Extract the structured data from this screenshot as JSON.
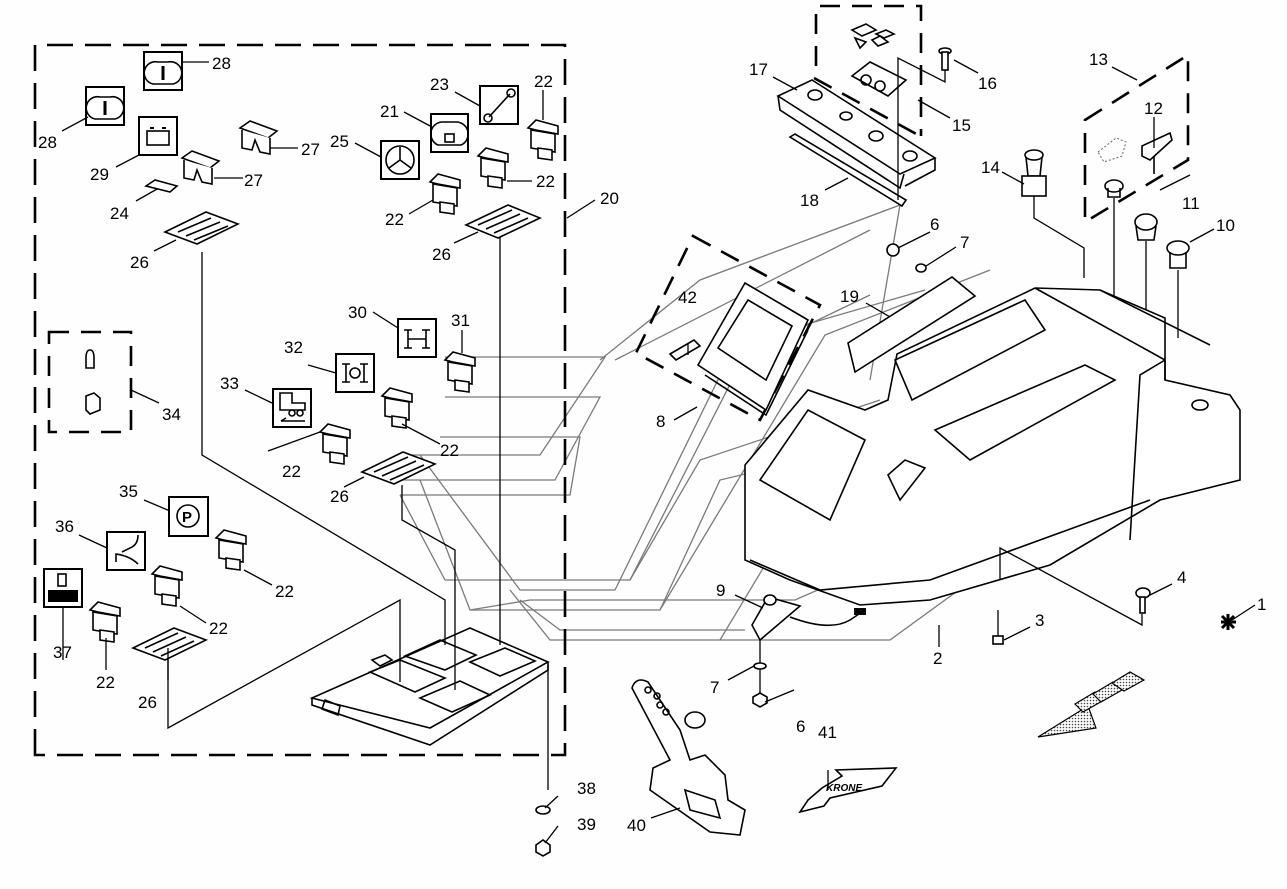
{
  "diagram": {
    "type": "exploded-parts-diagram",
    "subject": "Operator control console assembly",
    "brand_decal_text": "KRONE",
    "callouts": [
      {
        "id": "c1",
        "label": "1",
        "part": "assembly-marker"
      },
      {
        "id": "c2",
        "label": "2",
        "part": "console-housing"
      },
      {
        "id": "c3",
        "label": "3",
        "part": "clip-nut"
      },
      {
        "id": "c4",
        "label": "4",
        "part": "screw"
      },
      {
        "id": "c6a",
        "label": "6",
        "part": "nut"
      },
      {
        "id": "c6b",
        "label": "6",
        "part": "nut"
      },
      {
        "id": "c7a",
        "label": "7",
        "part": "washer"
      },
      {
        "id": "c7b",
        "label": "7",
        "part": "washer"
      },
      {
        "id": "c8",
        "label": "8",
        "part": "terminal-display"
      },
      {
        "id": "c9",
        "label": "9",
        "part": "bracket-with-connector"
      },
      {
        "id": "c10",
        "label": "10",
        "part": "cap"
      },
      {
        "id": "c11",
        "label": "11",
        "part": "rotary-knob"
      },
      {
        "id": "c12",
        "label": "12",
        "part": "ignition-key"
      },
      {
        "id": "c13",
        "label": "13",
        "part": "ignition-switch-set"
      },
      {
        "id": "c14",
        "label": "14",
        "part": "emergency-stop-switch"
      },
      {
        "id": "c15",
        "label": "15",
        "part": "hinge-set"
      },
      {
        "id": "c16",
        "label": "16",
        "part": "screw"
      },
      {
        "id": "c17",
        "label": "17",
        "part": "cover-plate"
      },
      {
        "id": "c18",
        "label": "18",
        "part": "strip"
      },
      {
        "id": "c19",
        "label": "19",
        "part": "switch-panel-plate"
      },
      {
        "id": "c20",
        "label": "20",
        "part": "switch-board-assembly"
      },
      {
        "id": "c21",
        "label": "21",
        "part": "symbol-lock-2"
      },
      {
        "id": "c22a",
        "label": "22",
        "part": "rocker-switch"
      },
      {
        "id": "c22b",
        "label": "22",
        "part": "rocker-switch"
      },
      {
        "id": "c22c",
        "label": "22",
        "part": "rocker-switch"
      },
      {
        "id": "c22d",
        "label": "22",
        "part": "rocker-switch"
      },
      {
        "id": "c22e",
        "label": "22",
        "part": "rocker-switch"
      },
      {
        "id": "c22f",
        "label": "22",
        "part": "rocker-switch"
      },
      {
        "id": "c22g",
        "label": "22",
        "part": "rocker-switch"
      },
      {
        "id": "c22h",
        "label": "22",
        "part": "rocker-switch"
      },
      {
        "id": "c22i",
        "label": "22",
        "part": "rocker-switch"
      },
      {
        "id": "c23",
        "label": "23",
        "part": "symbol-wrench"
      },
      {
        "id": "c24",
        "label": "24",
        "part": "label-plate"
      },
      {
        "id": "c25",
        "label": "25",
        "part": "symbol-steering"
      },
      {
        "id": "c26a",
        "label": "26",
        "part": "switch-frame"
      },
      {
        "id": "c26b",
        "label": "26",
        "part": "switch-frame"
      },
      {
        "id": "c26c",
        "label": "26",
        "part": "switch-frame"
      },
      {
        "id": "c26d",
        "label": "26",
        "part": "switch-frame"
      },
      {
        "id": "c27a",
        "label": "27",
        "part": "blank-plug"
      },
      {
        "id": "c27b",
        "label": "27",
        "part": "blank-plug"
      },
      {
        "id": "c28a",
        "label": "28",
        "part": "symbol-warning"
      },
      {
        "id": "c28b",
        "label": "28",
        "part": "symbol-warning"
      },
      {
        "id": "c29",
        "label": "29",
        "part": "symbol-battery"
      },
      {
        "id": "c30",
        "label": "30",
        "part": "symbol-diff-lock"
      },
      {
        "id": "c31",
        "label": "31",
        "part": "rocker-switch"
      },
      {
        "id": "c32",
        "label": "32",
        "part": "symbol-axle"
      },
      {
        "id": "c33",
        "label": "33",
        "part": "symbol-tractor-reverse"
      },
      {
        "id": "c34",
        "label": "34",
        "part": "bulb-and-relay-set"
      },
      {
        "id": "c35",
        "label": "35",
        "part": "symbol-parking-brake"
      },
      {
        "id": "c36",
        "label": "36",
        "part": "symbol-seat"
      },
      {
        "id": "c37",
        "label": "37",
        "part": "symbol-pickup"
      },
      {
        "id": "c38",
        "label": "38",
        "part": "washer"
      },
      {
        "id": "c39",
        "label": "39",
        "part": "nut"
      },
      {
        "id": "c40",
        "label": "40",
        "part": "joystick"
      },
      {
        "id": "c41",
        "label": "41",
        "part": "krone-decal"
      },
      {
        "id": "c42",
        "label": "42",
        "part": "fastener"
      }
    ]
  }
}
